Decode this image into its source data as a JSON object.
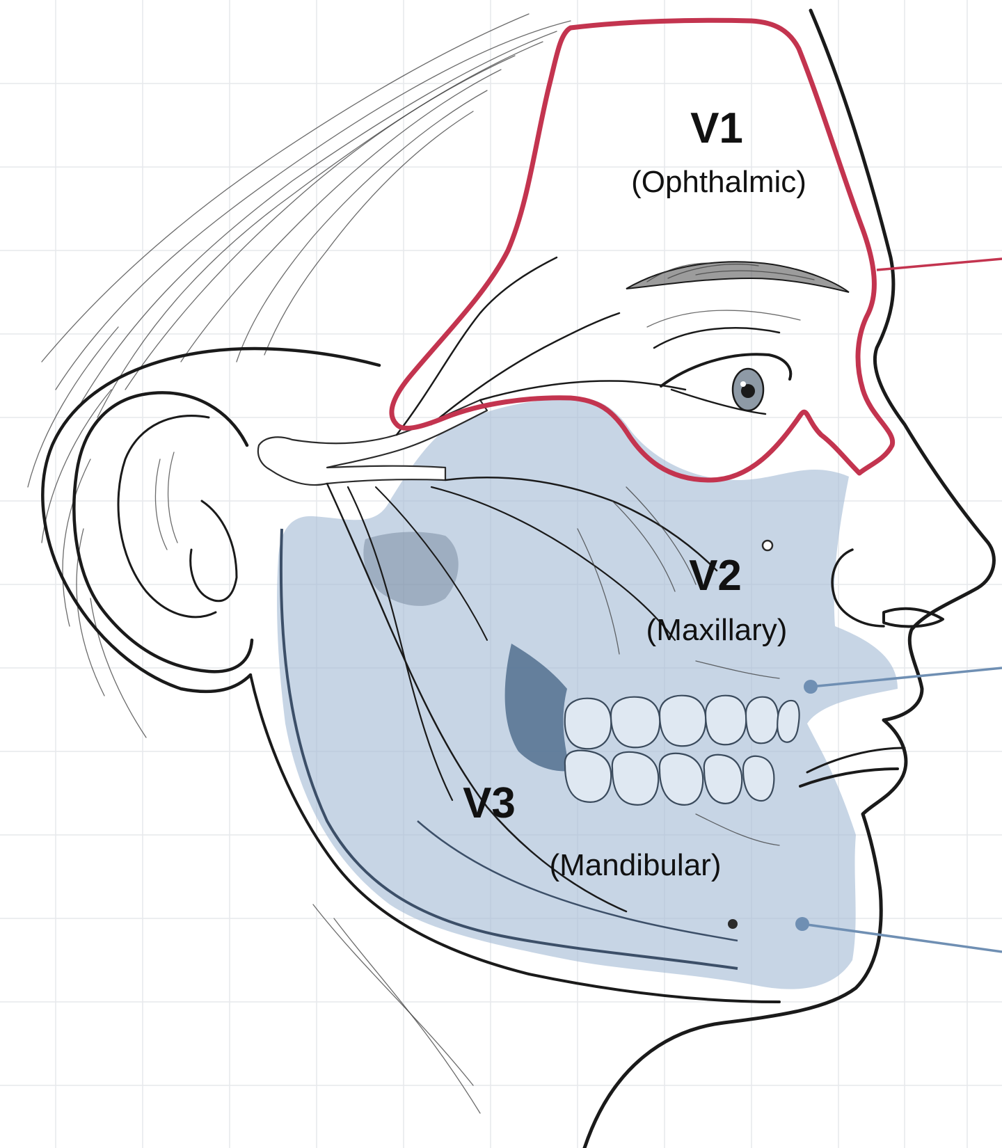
{
  "regions": [
    {
      "id": "v1",
      "code": "V1",
      "name": "(Ophthalmic)",
      "color": "#c3344f"
    },
    {
      "id": "v2",
      "code": "V2",
      "name": "(Maxillary)",
      "color": "#7d9bbd"
    },
    {
      "id": "v3",
      "code": "V3",
      "name": "(Mandibular)",
      "color": "#7d9bbd"
    }
  ],
  "colors": {
    "v1_outline": "#c3344f",
    "v2_v3_fill": "#9fb7d3",
    "leader_blue": "#6f8fb3",
    "background_grid": "#e6e8ec",
    "ink": "#1a1a1a"
  }
}
